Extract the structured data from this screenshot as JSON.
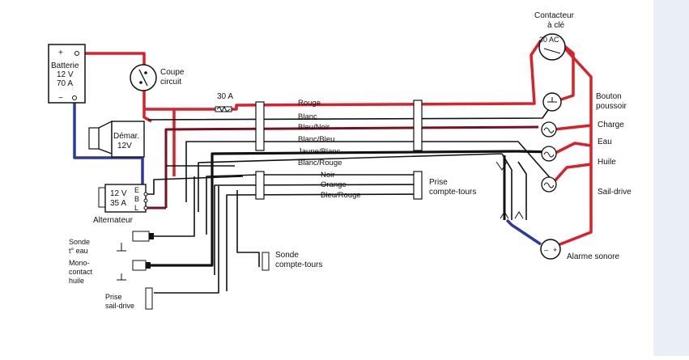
{
  "components": {
    "battery": {
      "plus": "+",
      "minus": "−",
      "line1": "Batterie",
      "line2": "12 V",
      "line3": "70 A"
    },
    "breaker": {
      "line1": "Coupe",
      "line2": "circuit"
    },
    "fuse": {
      "label": "30 A"
    },
    "starter": {
      "line1": "Démar.",
      "line2": "12V"
    },
    "alternator": {
      "line1": "12 V",
      "line2": "35 A",
      "term_e": "E",
      "term_b": "B",
      "term_l": "L",
      "label": "Alternateur"
    },
    "temp_sensor": {
      "line1": "Sonde",
      "line2": "t° eau"
    },
    "oil_switch": {
      "line1": "Mono-",
      "line2": "contact",
      "line3": "huile"
    },
    "saildrive_plug": {
      "line1": "Prise",
      "line2": "sail-drive"
    },
    "tach_sensor": {
      "line1": "Sonde",
      "line2": "compte-tours"
    },
    "tach_plug": {
      "line1": "Prise",
      "line2": "compte-tours"
    },
    "key_switch": {
      "line1": "Contacteur",
      "line2": "à clé",
      "inner": "30 AC"
    },
    "push_button": {
      "line1": "Bouton",
      "line2": "poussoir"
    },
    "alarm": {
      "label": "Alarme sonore"
    }
  },
  "wires": {
    "rouge": "Rouge",
    "blanc": "Blanc",
    "bleu_noir": "Bleu/Noir",
    "blanc_bleu": "Blanc/Bleu",
    "jaune_blanc": "Jaune/Blanc",
    "blanc_rouge": "Blanc/Rouge",
    "noir": "Noir",
    "orange": "Orange",
    "bleu_rouge": "Bleu/Rouge"
  },
  "indicators": {
    "charge": "Charge",
    "eau": "Eau",
    "huile": "Huile",
    "saildrive": "Sail-drive"
  },
  "colors": {
    "red": "#d8212b",
    "darkred": "#7a0f1e",
    "blue": "#2b3a9c",
    "black": "#111111"
  }
}
